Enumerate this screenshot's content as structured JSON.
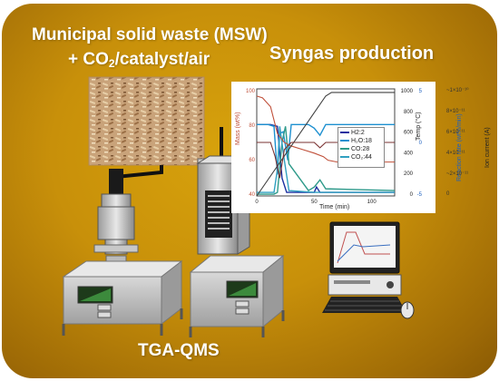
{
  "labels": {
    "msw_line1": "Municipal solid waste (MSW)",
    "msw_line2_prefix": "+ CO",
    "msw_line2_sub": "2",
    "msw_line2_suffix": "/catalyst/air",
    "syngas": "Syngas production",
    "instrument": "TGA-QMS"
  },
  "chart_data": {
    "type": "line",
    "xlabel": "Time (min)",
    "x_ticks": [
      "0",
      "50",
      "100"
    ],
    "left_axis_label": "Mass (wt%)",
    "left_ticks": [
      "100",
      "80",
      "60",
      "40"
    ],
    "temp_axis_label": "Temp (°C)",
    "temp_ticks": [
      "1000",
      "800",
      "600",
      "400",
      "200",
      "0"
    ],
    "rate_axis_label": "Reaction rate (wt%/min)",
    "rate_ticks": [
      "5",
      "0",
      "-5"
    ],
    "ion_axis_label": "Ion current (A)",
    "ion_ticks": [
      "~1×10⁻¹⁰",
      "8×10⁻¹¹",
      "6×10⁻¹¹",
      "4×10⁻¹¹",
      "~2×10⁻¹¹",
      "0"
    ],
    "xlim": [
      0,
      120
    ],
    "ylim": [
      40,
      100
    ],
    "series": [
      {
        "name": "H2:2",
        "color": "#1a2fa0",
        "x": [
          0,
          12,
          18,
          22,
          26,
          30,
          40,
          50,
          52,
          55,
          58,
          62,
          70,
          120
        ],
        "y": [
          80,
          80,
          79,
          50,
          42,
          42,
          42,
          42,
          45,
          42,
          42,
          42,
          42,
          42
        ]
      },
      {
        "name": "H₂O:18",
        "color": "#1e90d0",
        "x": [
          0,
          10,
          15,
          18,
          20,
          23,
          27,
          30,
          45,
          50,
          55,
          60,
          120
        ],
        "y": [
          80,
          80,
          79,
          52,
          75,
          76,
          60,
          80,
          80,
          78,
          74,
          80,
          80
        ]
      },
      {
        "name": "CO:28",
        "color": "#2e9a8a",
        "x": [
          0,
          15,
          18,
          22,
          25,
          28,
          45,
          50,
          55,
          60,
          120
        ],
        "y": [
          41,
          41,
          42,
          70,
          79,
          58,
          43,
          45,
          49,
          44,
          43
        ]
      },
      {
        "name": "CO₂:44",
        "color": "#30a0c0",
        "x": [
          0,
          15,
          18,
          20,
          24,
          28,
          50,
          55,
          120
        ],
        "y": [
          42,
          42,
          55,
          79,
          60,
          43,
          42,
          42,
          42
        ]
      },
      {
        "name": "Mass",
        "color": "#c0503a",
        "x": [
          0,
          5,
          12,
          18,
          24,
          30,
          40,
          50,
          58,
          62,
          70,
          120
        ],
        "y": [
          96,
          95,
          90,
          75,
          70,
          68,
          66,
          64,
          62,
          60,
          59,
          59
        ]
      },
      {
        "name": "Temp",
        "color": "#404040",
        "x": [
          0,
          60,
          65,
          120
        ],
        "y": [
          40,
          96,
          98,
          98
        ]
      },
      {
        "name": "Reaction rate",
        "color": "#7a3030",
        "x": [
          0,
          12,
          16,
          20,
          24,
          30,
          50,
          55,
          60,
          120
        ],
        "y": [
          70,
          70,
          62,
          50,
          66,
          70,
          70,
          67,
          70,
          70
        ]
      }
    ]
  },
  "colors": {
    "panel_center": "#d7a20c",
    "panel_edge": "#8a5a04",
    "title_text": "#ffffff"
  }
}
